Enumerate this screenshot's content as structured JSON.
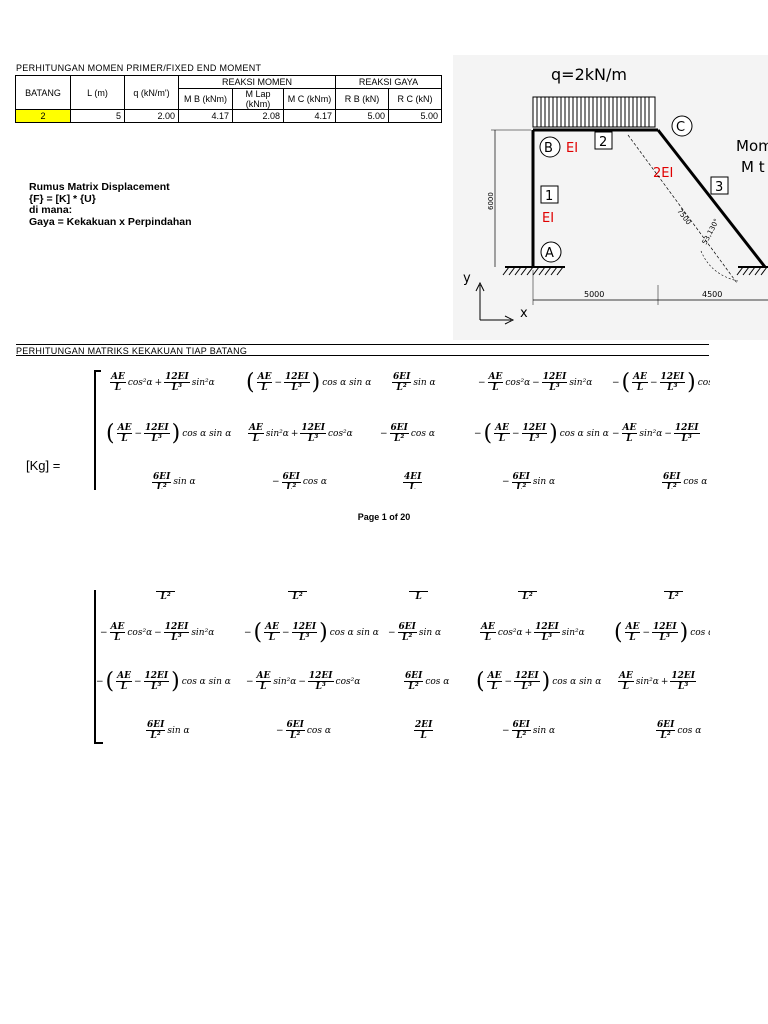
{
  "section1_title": "PERHITUNGAN MOMEN PRIMER/FIXED END MOMENT",
  "table": {
    "h_batang": "BATANG",
    "h_l": "L (m)",
    "h_q": "q (kN/m')",
    "h_reaksi_momen": "REAKSI MOMEN",
    "h_reaksi_gaya": "REAKSI GAYA",
    "h_mb": "M B (kNm)",
    "h_mlap": "M Lap (kNm)",
    "h_mc": "M C (kNm)",
    "h_rb": "R B (kN)",
    "h_rc": "R C (kN)",
    "row": {
      "batang": "2",
      "l": "5",
      "q": "2.00",
      "mb": "4.17",
      "mlap": "2.08",
      "mc": "4.17",
      "rb": "5.00",
      "rc": "5.00"
    }
  },
  "formula": {
    "line1": "Rumus Matrix Displacement",
    "line2": "{F} = [K] * {U}",
    "line3": "di mana:",
    "line4": "Gaya = Kekakuan x Perpindahan"
  },
  "diagram": {
    "load": "q=2kN/m",
    "node_a": "A",
    "node_b": "B",
    "node_c": "C",
    "m1": "1",
    "m2": "2",
    "m3": "3",
    "ei_b": "EI",
    "ei_1": "EI",
    "ei_2": "2EI",
    "dim_6000": "6000",
    "dim_7500": "7500",
    "angle": "53,130°",
    "dim_5000": "5000",
    "dim_4500": "4500",
    "axis_y": "y",
    "axis_x": "x",
    "side1": "Mom",
    "side2": "M t"
  },
  "section2_title": "PERHITUNGAN MATRIKS KEKAKUAN TIAP BATANG",
  "kg_label": "[Kg] =",
  "page_label": "Page 1 of 20",
  "matrix": {
    "ae_l": "AE",
    "l": "L",
    "ei12": "12EI",
    "l3": "L³",
    "ei6": "6EI",
    "l2": "L²",
    "ei4": "4EI",
    "ei2": "2EI",
    "cos2": "cos²α",
    "sin2": "sin²α",
    "cossin": "cos α sin α",
    "sin": "sin α",
    "cos": "cos α",
    "plus": "+",
    "minus": "−"
  }
}
